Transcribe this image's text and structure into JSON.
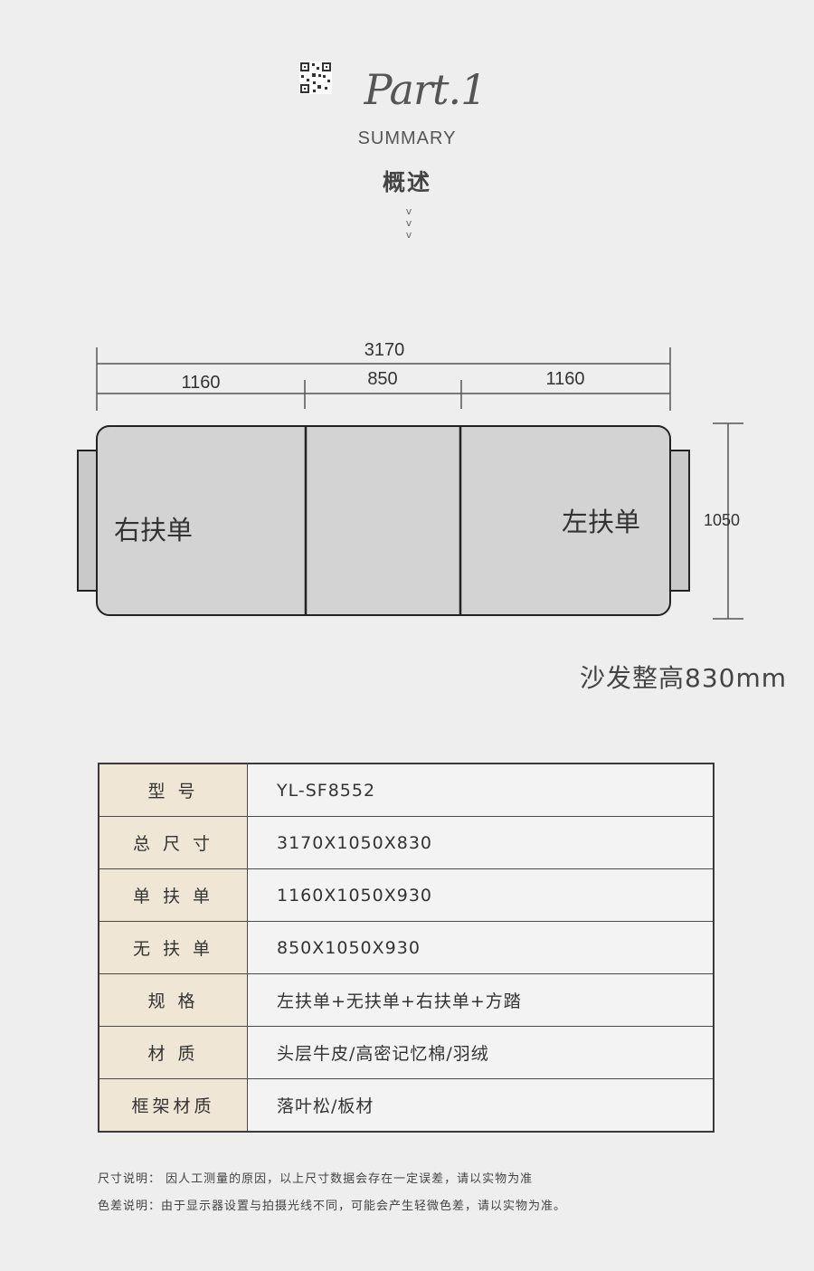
{
  "header": {
    "part": "Part.1",
    "summary": "SUMMARY",
    "zh_title": "概述",
    "chevron": "v"
  },
  "diagram": {
    "total_width": "3170",
    "seg_left": "1160",
    "seg_mid": "850",
    "seg_right": "1160",
    "depth": "1050",
    "label_left": "右扶单",
    "label_right": "左扶单",
    "height_note": "沙发整高830mm"
  },
  "spec": {
    "rows": [
      {
        "key": "型    号",
        "value": "YL-SF8552"
      },
      {
        "key": "总 尺 寸",
        "value": "3170X1050X830"
      },
      {
        "key": "单 扶 单",
        "value": "1160X1050X930"
      },
      {
        "key": "无 扶 单",
        "value": "850X1050X930"
      },
      {
        "key": "规    格",
        "value": "左扶单+无扶单+右扶单+方踏"
      },
      {
        "key": "材    质",
        "value": "头层牛皮/高密记忆棉/羽绒"
      },
      {
        "key": "框架材质",
        "value": "落叶松/板材"
      }
    ]
  },
  "notes": {
    "size_note": "尺寸说明： 因人工测量的原因，以上尺寸数据会存在一定误差，请以实物为准",
    "color_note": "色差说明：由于显示器设置与拍摄光线不同，可能会产生轻微色差，请以实物为准。"
  },
  "colors": {
    "background": "#eeeeee",
    "cushion": "#d3d3d3",
    "arm": "#c9c9c9",
    "table_key_bg": "#f0e6d6"
  },
  "icons": {
    "qr": "qr-code-icon"
  }
}
